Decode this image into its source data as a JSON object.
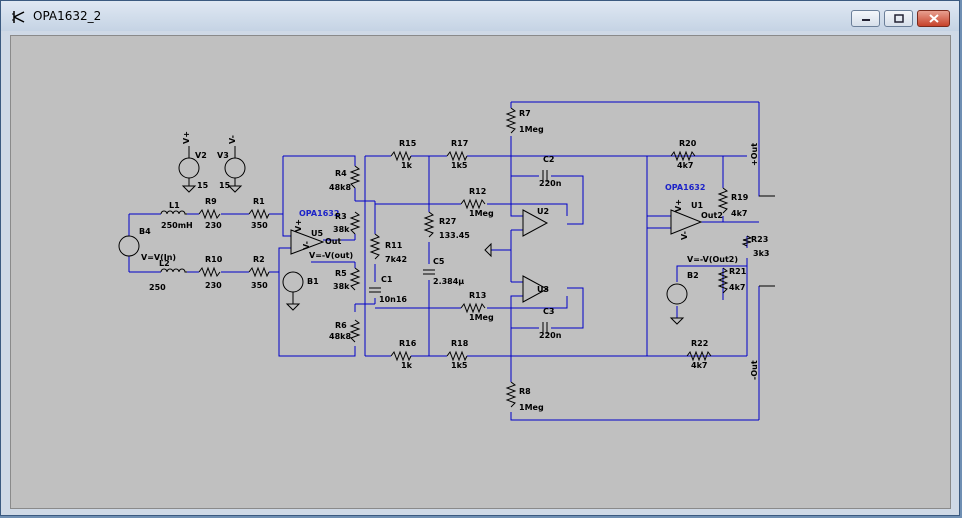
{
  "window": {
    "title": "OPA1632_2",
    "app_icon": "ltspice-opamp-icon",
    "controls": [
      "minimize",
      "maximize",
      "close"
    ]
  },
  "colors": {
    "wire": "#0000c8",
    "component": "#000000",
    "label": "#000000",
    "model_label": "#1c22c8",
    "canvas": "#c0c0c0"
  },
  "schematic": {
    "components": [
      {
        "ref": "V2",
        "value": "15"
      },
      {
        "ref": "V3",
        "value": "15"
      },
      {
        "ref": "B4",
        "value": "V=V(In)"
      },
      {
        "ref": "L1",
        "value": "250mH"
      },
      {
        "ref": "L2",
        "value": "250"
      },
      {
        "ref": "R9",
        "value": "230"
      },
      {
        "ref": "R10",
        "value": "230"
      },
      {
        "ref": "R1",
        "value": "350"
      },
      {
        "ref": "R2",
        "value": "350"
      },
      {
        "ref": "U5",
        "value": "OPA1632"
      },
      {
        "ref": "B1",
        "value": "V=-V(out)"
      },
      {
        "ref": "R4",
        "value": "48k8"
      },
      {
        "ref": "R3",
        "value": "38k"
      },
      {
        "ref": "R5",
        "value": "38k"
      },
      {
        "ref": "R6",
        "value": "48k8"
      },
      {
        "ref": "R15",
        "value": "1k"
      },
      {
        "ref": "R16",
        "value": "1k"
      },
      {
        "ref": "R17",
        "value": "1k5"
      },
      {
        "ref": "R18",
        "value": "1k5"
      },
      {
        "ref": "R11",
        "value": "7k42"
      },
      {
        "ref": "C1",
        "value": "10n16"
      },
      {
        "ref": "R27",
        "value": "133.45"
      },
      {
        "ref": "C5",
        "value": "2.384µ"
      },
      {
        "ref": "R12",
        "value": "1Meg"
      },
      {
        "ref": "R13",
        "value": "1Meg"
      },
      {
        "ref": "R7",
        "value": "1Meg"
      },
      {
        "ref": "R8",
        "value": "1Meg"
      },
      {
        "ref": "C2",
        "value": "220n"
      },
      {
        "ref": "C3",
        "value": "220n"
      },
      {
        "ref": "U2",
        "value": ""
      },
      {
        "ref": "U3",
        "value": ""
      },
      {
        "ref": "R20",
        "value": "4k7"
      },
      {
        "ref": "R22",
        "value": "4k7"
      },
      {
        "ref": "R19",
        "value": "4k7"
      },
      {
        "ref": "R21",
        "value": "4k7"
      },
      {
        "ref": "R23",
        "value": "3k3"
      },
      {
        "ref": "U1",
        "value": "OPA1632"
      },
      {
        "ref": "B2",
        "value": "V=-V(Out2)"
      }
    ],
    "net_labels": {
      "out": "Out",
      "out2": "Out2",
      "out_plus": "+Out",
      "out_minus": "-Out",
      "vplus": "V+",
      "vminus": "V-"
    }
  }
}
